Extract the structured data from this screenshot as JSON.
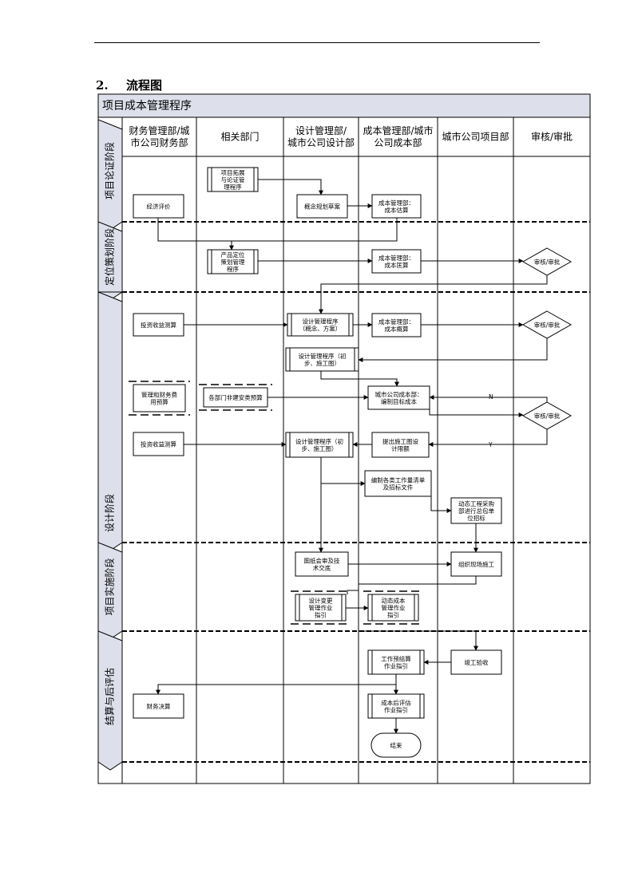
{
  "heading": {
    "number": "2.",
    "text": "流程图"
  },
  "diagram": {
    "title": "项目成本管理程序",
    "columns": [
      {
        "id": "finance",
        "label": [
          "财务管理部/城",
          "市公司财务部"
        ]
      },
      {
        "id": "related",
        "label": [
          "相关部门"
        ]
      },
      {
        "id": "design",
        "label": [
          "设计管理部/",
          "城市公司设计部"
        ]
      },
      {
        "id": "cost",
        "label": [
          "成本管理部/城市",
          "公司成本部"
        ]
      },
      {
        "id": "project",
        "label": [
          "城市公司项目部"
        ]
      },
      {
        "id": "approval",
        "label": [
          "审核/审批"
        ]
      }
    ],
    "phases": [
      {
        "id": "demonstration",
        "label": "项目论证阶段"
      },
      {
        "id": "positioning",
        "label": "定位策划阶段"
      },
      {
        "id": "design",
        "label": "设计阶段"
      },
      {
        "id": "implementation",
        "label": "项目实施阶段"
      },
      {
        "id": "settlement",
        "label": "结算与后评估"
      }
    ],
    "nodes": [
      {
        "id": "n1",
        "lines": [
          "项目拓展",
          "与论证管",
          "理程序"
        ]
      },
      {
        "id": "n2",
        "lines": [
          "经济评价"
        ]
      },
      {
        "id": "n3",
        "lines": [
          "概念规划草案"
        ]
      },
      {
        "id": "n4",
        "lines": [
          "成本管理部：",
          "成本估算"
        ]
      },
      {
        "id": "n5",
        "lines": [
          "产品定位",
          "策划管理",
          "程序"
        ]
      },
      {
        "id": "n6",
        "lines": [
          "成本管理部：",
          "成本匡算"
        ]
      },
      {
        "id": "n7",
        "lines": [
          "审核/审批"
        ]
      },
      {
        "id": "n8",
        "lines": [
          "投资收益测算"
        ]
      },
      {
        "id": "n9",
        "lines": [
          "设计管理程序",
          "（概念、方案）"
        ]
      },
      {
        "id": "n10",
        "lines": [
          "成本管理部：",
          "成本概算"
        ]
      },
      {
        "id": "n11",
        "lines": [
          "审核/审批"
        ]
      },
      {
        "id": "n12",
        "lines": [
          "设计管理程序（初",
          "步、施工图）"
        ]
      },
      {
        "id": "n13",
        "lines": [
          "管理和财务费",
          "用预算"
        ]
      },
      {
        "id": "n14",
        "lines": [
          "各部门非建安类预算"
        ]
      },
      {
        "id": "n15",
        "lines": [
          "城市公司成本部：",
          "编制目标成本"
        ]
      },
      {
        "id": "n16",
        "lines": [
          "审核/审批"
        ]
      },
      {
        "id": "n17",
        "lines": [
          "投资收益测算"
        ]
      },
      {
        "id": "n18",
        "lines": [
          "设计管理程序（初",
          "步、施工图）"
        ]
      },
      {
        "id": "n19",
        "lines": [
          "提出施工图设",
          "计限额"
        ]
      },
      {
        "id": "n20",
        "lines": [
          "编制各类工作量清单",
          "及招标文件"
        ]
      },
      {
        "id": "n21",
        "lines": [
          "动态工程采购",
          "部进行总包单",
          "位招标"
        ]
      },
      {
        "id": "n22",
        "lines": [
          "图纸会审及技",
          "术交底"
        ]
      },
      {
        "id": "n23",
        "lines": [
          "组织现场施工"
        ]
      },
      {
        "id": "n24",
        "lines": [
          "设计变更",
          "管理作业",
          "指引"
        ]
      },
      {
        "id": "n25",
        "lines": [
          "动态成本",
          "管理作业",
          "指引"
        ]
      },
      {
        "id": "n26",
        "lines": [
          "竣工验收"
        ]
      },
      {
        "id": "n27",
        "lines": [
          "工作预结算",
          "作业指引"
        ]
      },
      {
        "id": "n28",
        "lines": [
          "财务决算"
        ]
      },
      {
        "id": "n29",
        "lines": [
          "成本后评估",
          "作业指引"
        ]
      },
      {
        "id": "n30",
        "lines": [
          "结束"
        ]
      }
    ],
    "edge_labels": {
      "no": "N",
      "yes": "Y"
    }
  }
}
